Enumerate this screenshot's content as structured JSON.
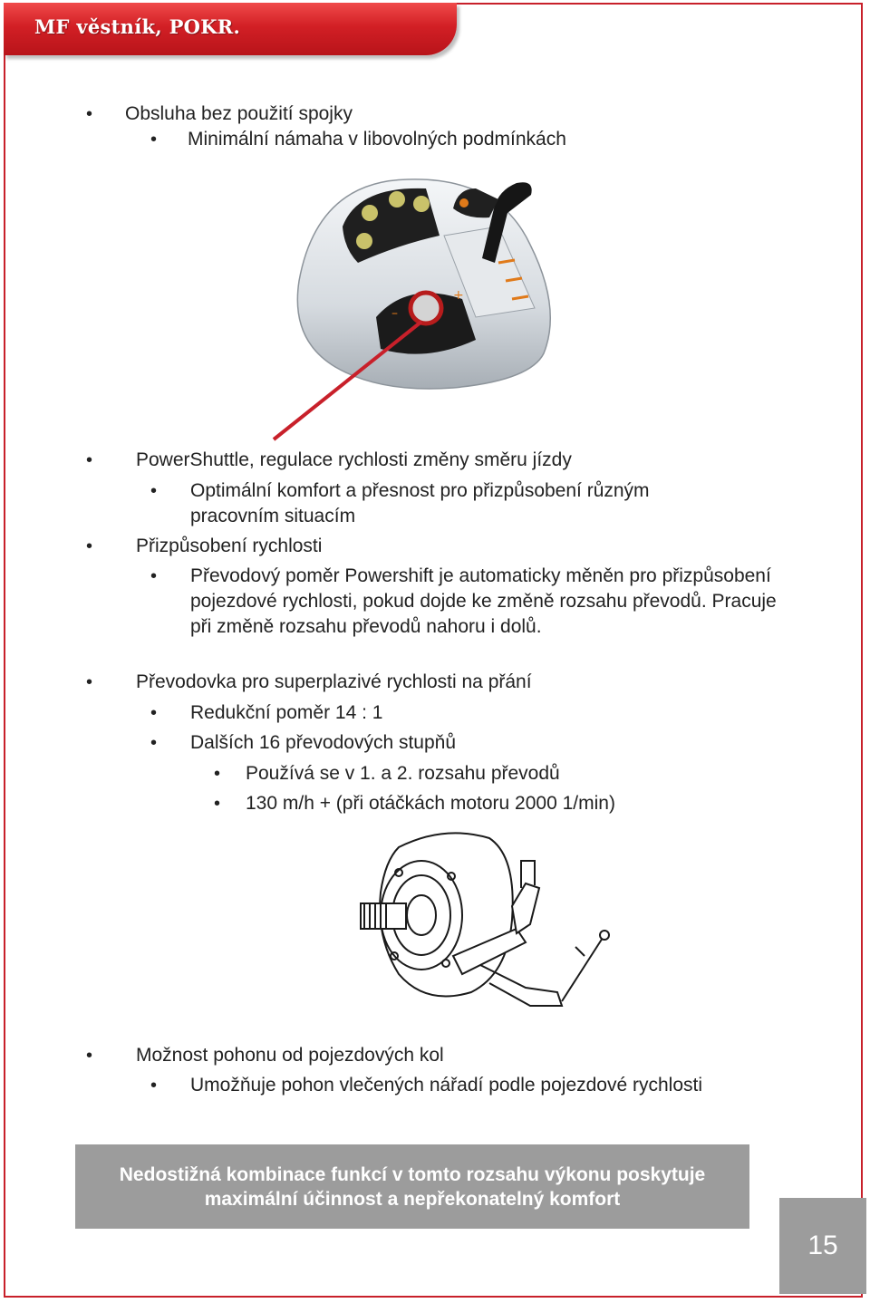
{
  "header": {
    "title": "MF věstník, POKR.",
    "color": "#c8202a"
  },
  "section1": {
    "item": "Obsluha bez použití spojky",
    "subitem": "Minimální námaha v libovolných podmínkách"
  },
  "section2": {
    "item1": "PowerShuttle, regulace rychlosti změny směru jízdy",
    "item1_sub": "Optimální komfort a přesnost pro přizpůsobení různým pracovním situacím",
    "item2": "Přizpůsobení rychlosti",
    "item2_sub": "Převodový poměr Powershift je automaticky měněn pro přizpůsobení pojezdové rychlosti, pokud dojde ke změně rozsahu převodů. Pracuje při změně rozsahu převodů nahoru i dolů.",
    "item3": "Převodovka pro superplazivé rychlosti na přání",
    "item3_sub1": "Redukční poměr 14 : 1",
    "item3_sub2": "Dalších 16 převodových stupňů",
    "item3_sub2_a": "Používá se v 1. a 2. rozsahu převodů",
    "item3_sub2_b": "130 m/h + (při otáčkách motoru 2000 1/min)"
  },
  "section3": {
    "item": "Možnost pohonu od pojezdových kol",
    "subitem": "Umožňuje pohon vlečených nářadí podle pojezdové rychlosti"
  },
  "callout": {
    "line1": "Nedostižná kombinace funkcí v tomto rozsahu výkonu poskytuje",
    "line2": "maximální účinnost a nepřekonatelný komfort"
  },
  "page_number": "15",
  "bullet_char": "•"
}
